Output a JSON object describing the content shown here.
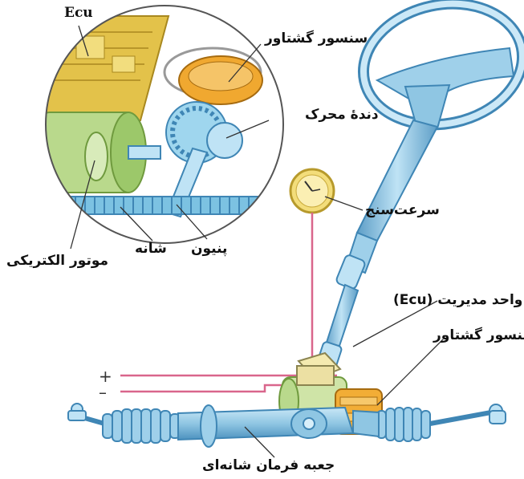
{
  "labels": {
    "ecu_top": "Ecu",
    "steer_sensor_top": "سنسور گشتاور",
    "drive_gear": "دندهٔ محرک",
    "speedometer": "سرعت‌سنج",
    "pinion": "پنیون",
    "rack": "شانه",
    "electric_motor": "موتور الکتریکی",
    "ecu_unit": "واحد مدیریت (Ecu)",
    "steer_sensor_bottom": "سنسور گشتاور",
    "rack_steering_box": "جعبه فرمان شانه‌ای"
  },
  "signs": {
    "plus": "+",
    "minus": "–"
  },
  "colors": {
    "steel_blue": "#8fc6e3",
    "steel_dark": "#3f86b5",
    "motor_green": "#b9d98c",
    "sensor_orange": "#f0a830",
    "gold_board": "#e3c24a",
    "wire_pink": "#d9668c",
    "leader": "#333333"
  }
}
